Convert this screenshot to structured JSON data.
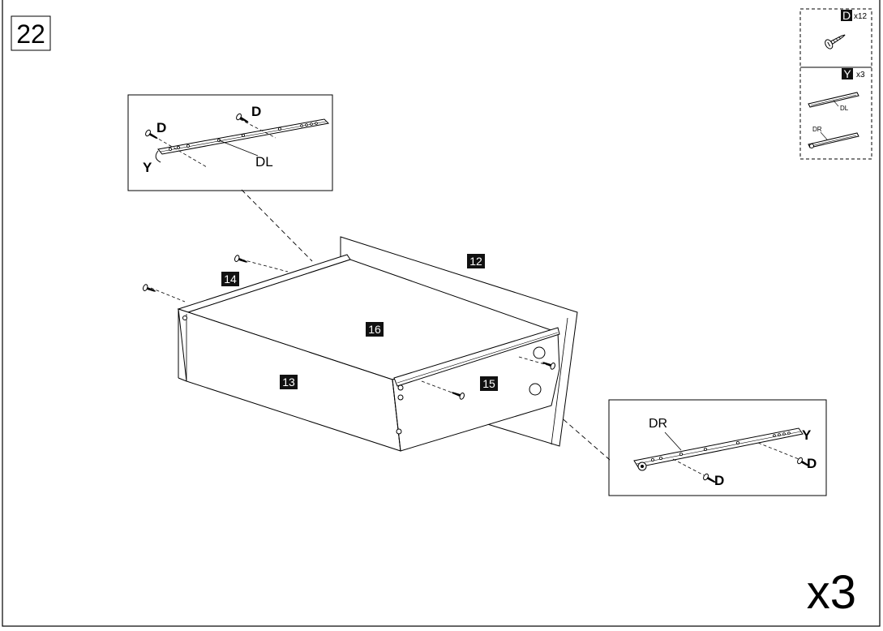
{
  "step": {
    "number": "22",
    "multiplier": "x3"
  },
  "parts_list": [
    {
      "code": "D",
      "qty": "x12",
      "icon": "screw-icon"
    },
    {
      "code": "Y",
      "qty": "x3",
      "icon": "drawer-slide-icon",
      "sublabels": [
        "DL",
        "DR"
      ]
    }
  ],
  "panels": {
    "back": "12",
    "front": "13",
    "left_side": "14",
    "right_side": "15",
    "bottom": "16"
  },
  "detail_left": {
    "screw_label_1": "D",
    "screw_label_2": "D",
    "slide_label": "Y",
    "rail_label": "DL"
  },
  "detail_right": {
    "screw_label_1": "D",
    "screw_label_2": "D",
    "slide_label": "Y",
    "rail_label": "DR"
  },
  "colors": {
    "line": "#000000",
    "badge_fill": "#111111",
    "badge_text": "#ffffff"
  }
}
